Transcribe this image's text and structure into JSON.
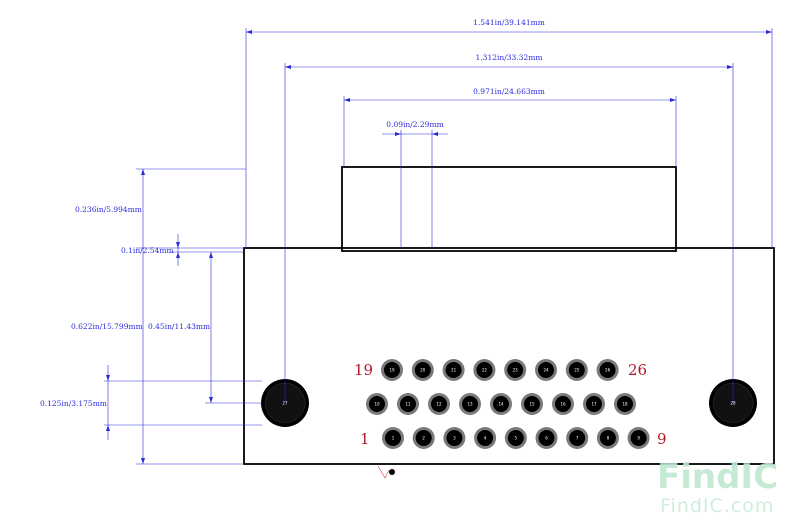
{
  "dimensions": {
    "overall_width": "1.541in/39.141mm",
    "mount_spacing": "1.312in/33.32mm",
    "shroud_width": "0.971in/24.663mm",
    "pin_pitch": "0.09in/2.29mm",
    "shroud_height": "0.236in/5.994mm",
    "flange_offset": "0.1in/2.54mm",
    "body_height": "0.622in/15.799mm",
    "mount_center_height": "0.45in/11.43mm",
    "mount_hole_dia": "0.125in/3.175mm"
  },
  "pin_labels": {
    "row_top_start": "19",
    "row_top_end": "26",
    "row_bottom_start": "1",
    "row_bottom_end": "9"
  },
  "pins": {
    "top_row": [
      "19",
      "20",
      "21",
      "22",
      "23",
      "24",
      "25",
      "26"
    ],
    "middle_row": [
      "10",
      "11",
      "12",
      "13",
      "14",
      "15",
      "16",
      "17",
      "18"
    ],
    "bottom_row": [
      "1",
      "2",
      "3",
      "4",
      "5",
      "6",
      "7",
      "8",
      "9"
    ]
  },
  "mount_holes": {
    "left": "27",
    "right": "28"
  },
  "watermark": {
    "logo_text": "FindIC",
    "site_text": "FindIC.com"
  },
  "colors": {
    "dimension": "#2a2ae0",
    "outline": "#000000",
    "pin_label": "#b0182a",
    "watermark_green": "#bfe8d0",
    "watermark_orange": "#f6c9a8"
  }
}
